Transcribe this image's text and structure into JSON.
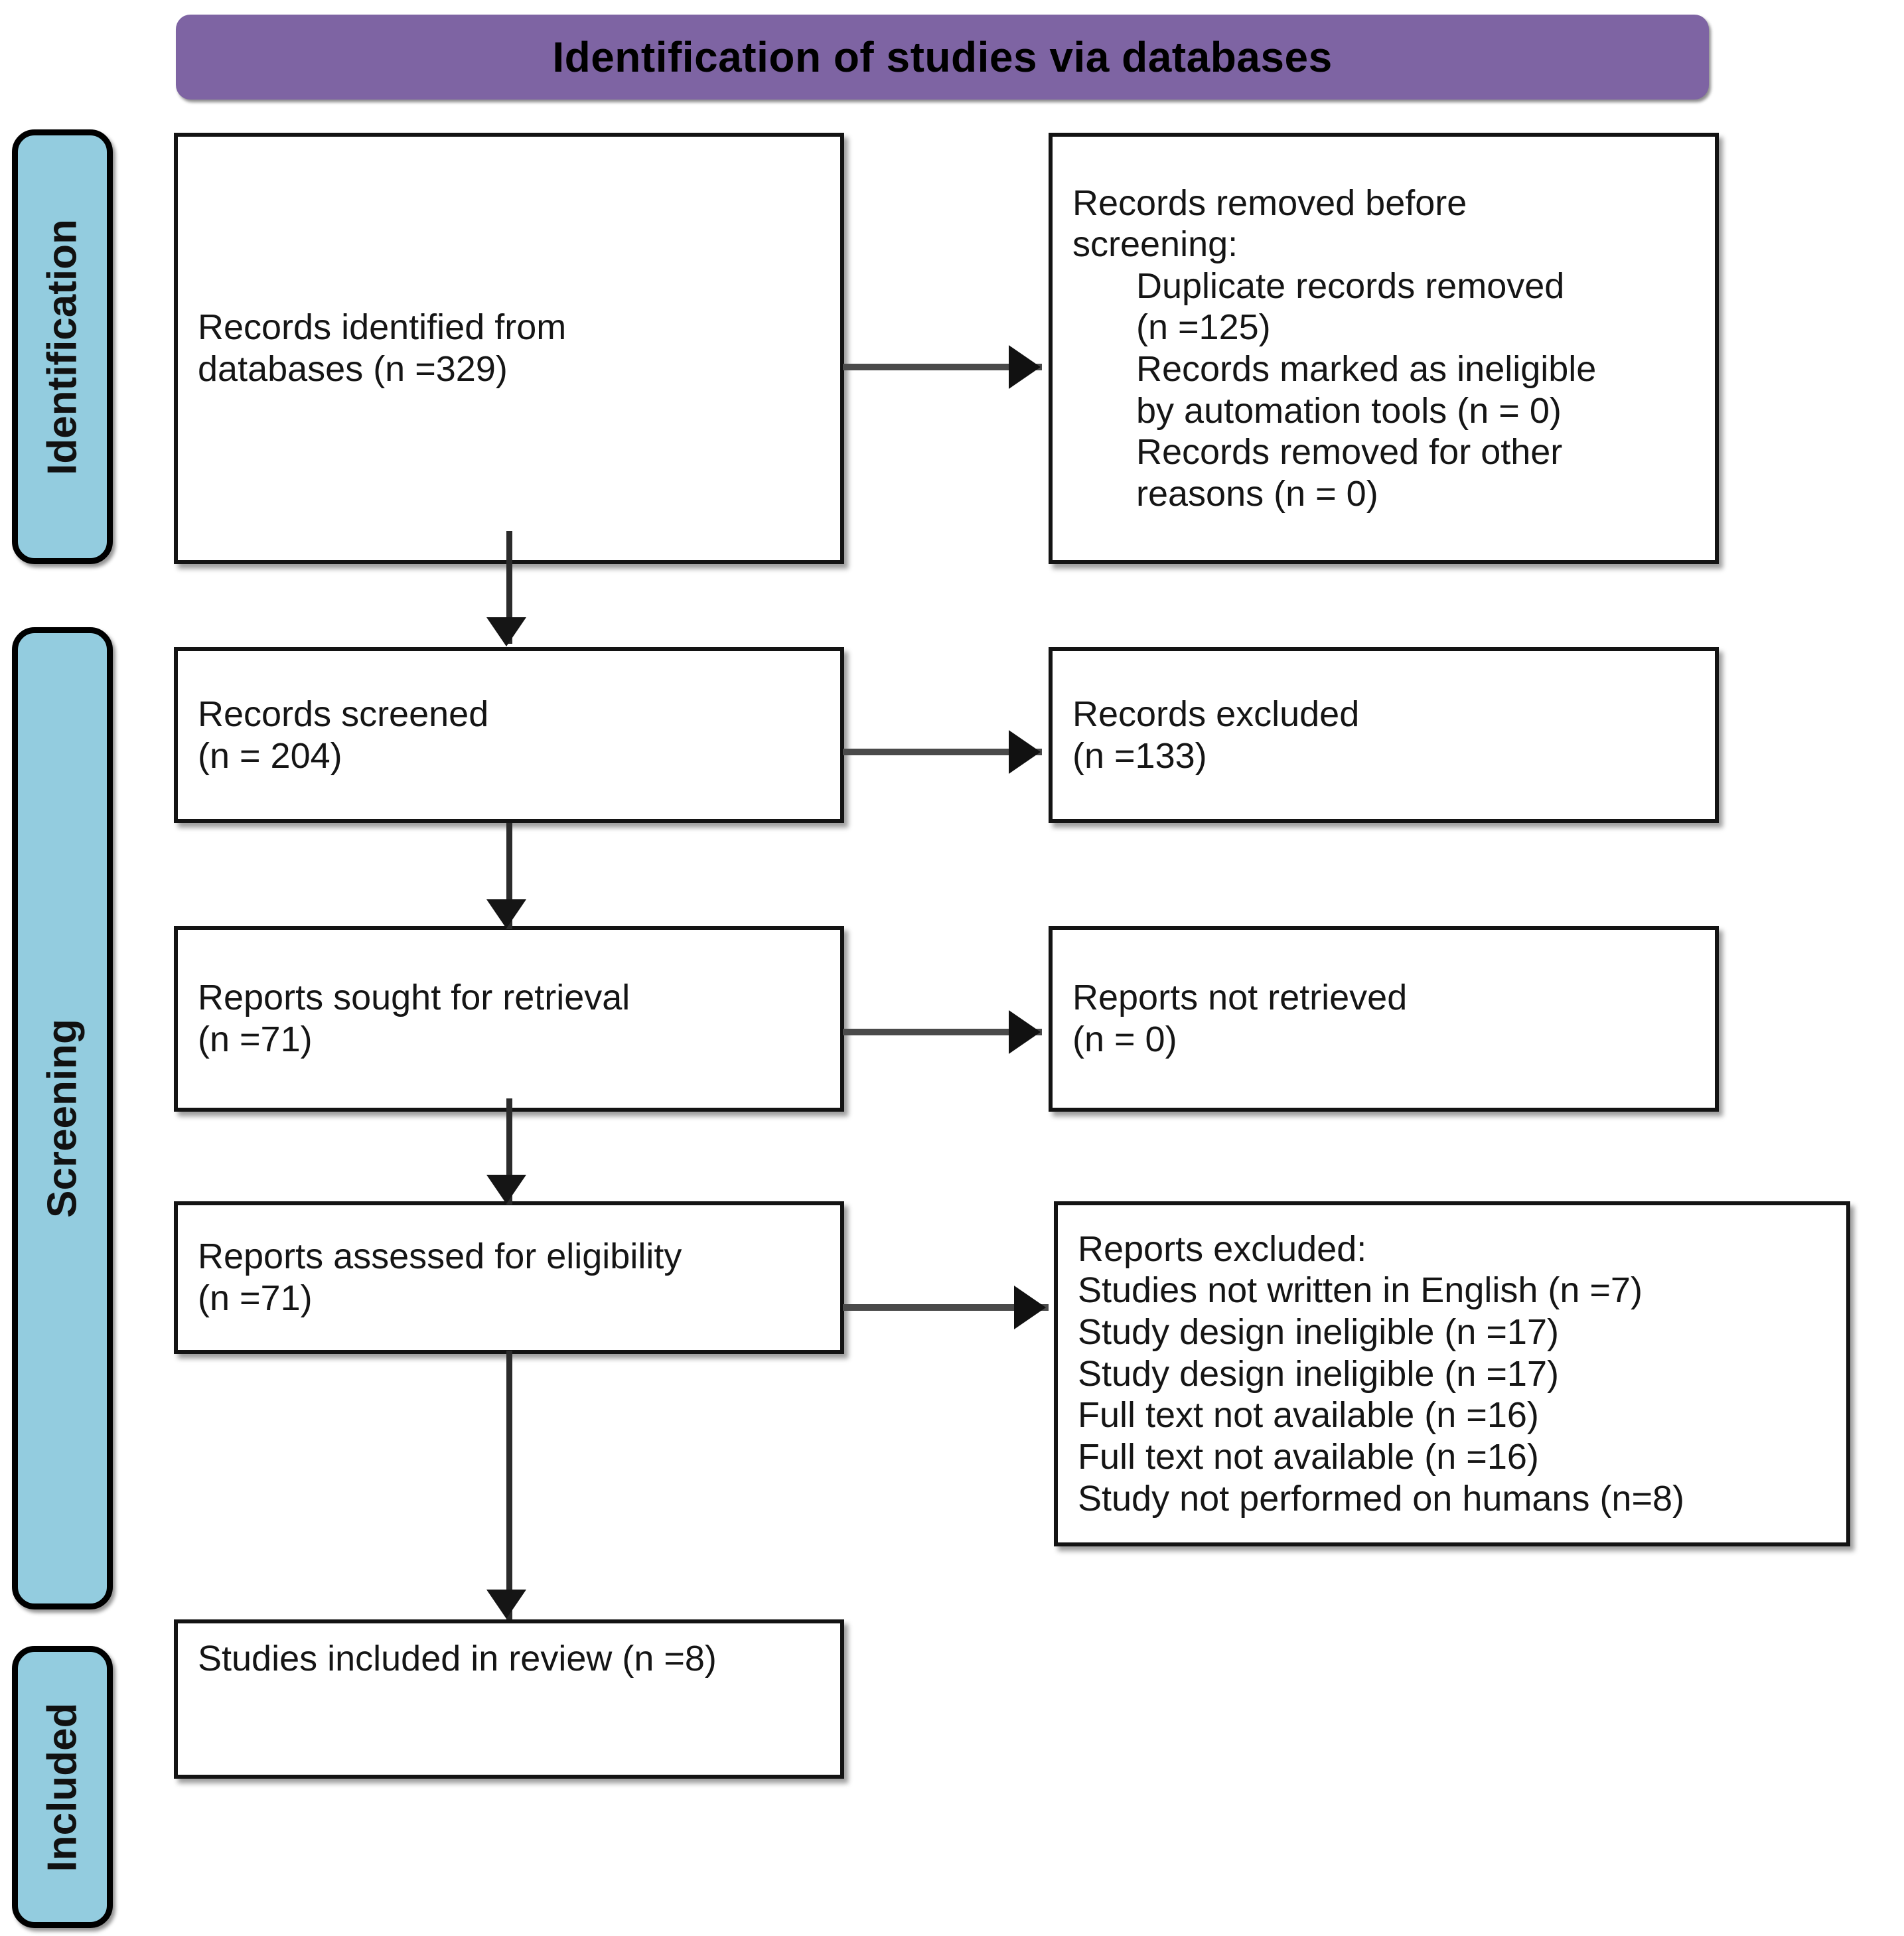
{
  "banner": {
    "title": "Identification of studies via databases"
  },
  "colors": {
    "banner_purple": "#7e64a3",
    "stage_label_blue": "#93ccdf",
    "box_border": "#131313",
    "connector": "#2b2b2b",
    "page_background": "#ffffff"
  },
  "stage_labels": [
    {
      "name": "identification",
      "text": "Identification"
    },
    {
      "name": "screening",
      "text": "Screening"
    },
    {
      "name": "included",
      "text": "Included"
    }
  ],
  "boxes": {
    "identified": {
      "lines": [
        "Records identified from",
        "databases (n =329)"
      ]
    },
    "removed_before_screening": {
      "lines": [
        "Records removed before",
        "screening:",
        "Duplicate records removed",
        "(n =125)",
        "Records marked as ineligible",
        "by automation tools (n = 0)",
        "Records removed for other",
        "reasons (n = 0)"
      ]
    },
    "screened": {
      "lines": [
        "Records screened",
        "(n = 204)"
      ]
    },
    "records_excluded": {
      "lines": [
        "Records excluded",
        "(n =133)"
      ]
    },
    "sought_for_retrieval": {
      "lines": [
        "Reports sought for retrieval",
        "(n =71)"
      ]
    },
    "not_retrieved": {
      "lines": [
        "Reports not retrieved",
        "(n = 0)"
      ]
    },
    "assessed_for_eligibility": {
      "lines": [
        "Reports assessed for eligibility",
        "(n =71)"
      ]
    },
    "reports_excluded": {
      "lines": [
        "Reports excluded:",
        "Studies not written in English (n =7)",
        "Study design ineligible (n =17)",
        "Study design ineligible (n =17)",
        "Full text not available (n =16)",
        "Full text not available (n =16)",
        "Study not performed on humans (n=8)"
      ]
    },
    "studies_included": {
      "lines": [
        "Studies included in review (n =8)"
      ]
    }
  },
  "chart_data": {
    "type": "diagram",
    "title": "Identification of studies via databases",
    "diagram_kind": "PRISMA 2020 flow diagram",
    "stages": [
      "Identification",
      "Screening",
      "Included"
    ],
    "nodes": [
      {
        "id": "identified",
        "stage": "Identification",
        "label": "Records identified from databases",
        "n": 329
      },
      {
        "id": "removed_before_screening",
        "stage": "Identification",
        "label": "Records removed before screening",
        "breakdown": [
          {
            "label": "Duplicate records removed",
            "n": 125
          },
          {
            "label": "Records marked as ineligible by automation tools",
            "n": 0
          },
          {
            "label": "Records removed for other reasons",
            "n": 0
          }
        ]
      },
      {
        "id": "screened",
        "stage": "Screening",
        "label": "Records screened",
        "n": 204
      },
      {
        "id": "records_excluded",
        "stage": "Screening",
        "label": "Records excluded",
        "n": 133
      },
      {
        "id": "sought_for_retrieval",
        "stage": "Screening",
        "label": "Reports sought for retrieval",
        "n": 71
      },
      {
        "id": "not_retrieved",
        "stage": "Screening",
        "label": "Reports not retrieved",
        "n": 0
      },
      {
        "id": "assessed_for_eligibility",
        "stage": "Screening",
        "label": "Reports assessed for eligibility",
        "n": 71
      },
      {
        "id": "reports_excluded",
        "stage": "Screening",
        "label": "Reports excluded",
        "breakdown": [
          {
            "label": "Studies not written in English",
            "n": 7
          },
          {
            "label": "Study design ineligible",
            "n": 17
          },
          {
            "label": "Study design ineligible",
            "n": 17
          },
          {
            "label": "Full text not available",
            "n": 16
          },
          {
            "label": "Full text not available",
            "n": 16
          },
          {
            "label": "Study not performed on humans",
            "n": 8
          }
        ]
      },
      {
        "id": "studies_included",
        "stage": "Included",
        "label": "Studies included in review",
        "n": 8
      }
    ],
    "edges": [
      {
        "from": "identified",
        "to": "removed_before_screening",
        "direction": "right"
      },
      {
        "from": "identified",
        "to": "screened",
        "direction": "down"
      },
      {
        "from": "screened",
        "to": "records_excluded",
        "direction": "right"
      },
      {
        "from": "screened",
        "to": "sought_for_retrieval",
        "direction": "down"
      },
      {
        "from": "sought_for_retrieval",
        "to": "not_retrieved",
        "direction": "right"
      },
      {
        "from": "sought_for_retrieval",
        "to": "assessed_for_eligibility",
        "direction": "down"
      },
      {
        "from": "assessed_for_eligibility",
        "to": "reports_excluded",
        "direction": "right"
      },
      {
        "from": "assessed_for_eligibility",
        "to": "studies_included",
        "direction": "down"
      }
    ]
  }
}
